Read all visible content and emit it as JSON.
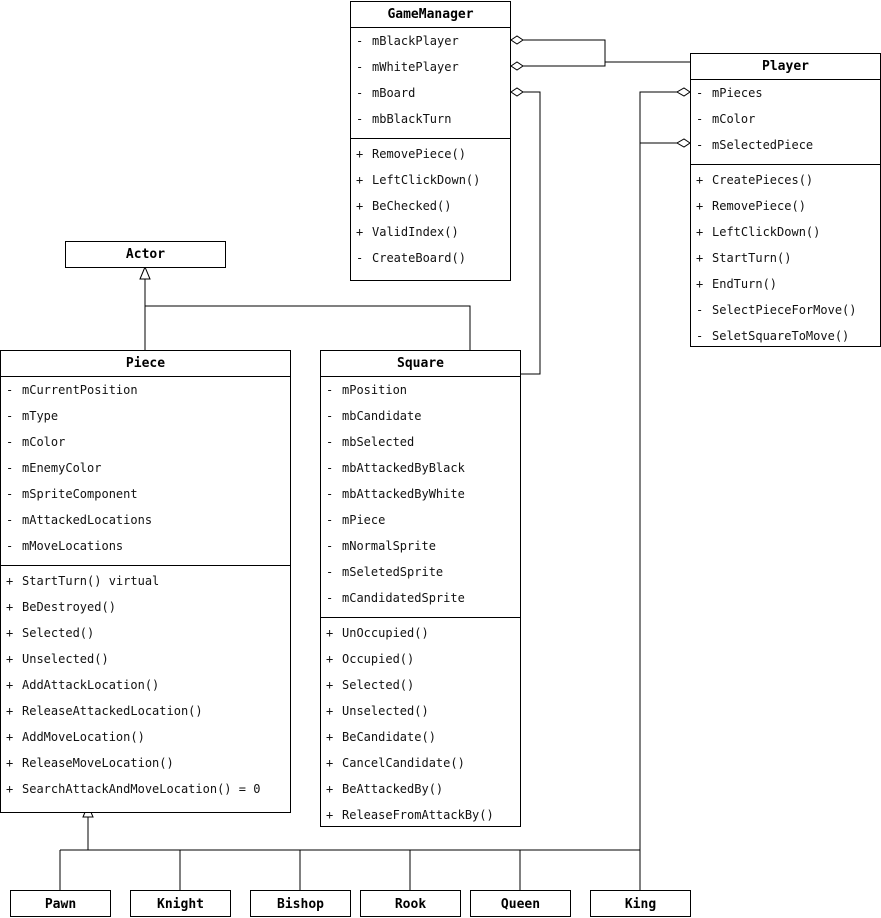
{
  "classes": {
    "game_manager": {
      "name": "GameManager",
      "attributes": [
        {
          "vis": "-",
          "text": "mBlackPlayer"
        },
        {
          "vis": "-",
          "text": "mWhitePlayer"
        },
        {
          "vis": "-",
          "text": "mBoard"
        },
        {
          "vis": "-",
          "text": "mbBlackTurn"
        }
      ],
      "methods": [
        {
          "vis": "+",
          "text": "RemovePiece()"
        },
        {
          "vis": "+",
          "text": "LeftClickDown()"
        },
        {
          "vis": "+",
          "text": "BeChecked()"
        },
        {
          "vis": "+",
          "text": "ValidIndex()"
        },
        {
          "vis": "-",
          "text": "CreateBoard()"
        }
      ]
    },
    "player": {
      "name": "Player",
      "attributes": [
        {
          "vis": "-",
          "text": "mPieces"
        },
        {
          "vis": "-",
          "text": "mColor"
        },
        {
          "vis": "-",
          "text": "mSelectedPiece"
        }
      ],
      "methods": [
        {
          "vis": "+",
          "text": "CreatePieces()"
        },
        {
          "vis": "+",
          "text": "RemovePiece()"
        },
        {
          "vis": "+",
          "text": "LeftClickDown()"
        },
        {
          "vis": "+",
          "text": "StartTurn()"
        },
        {
          "vis": "+",
          "text": "EndTurn()"
        },
        {
          "vis": "-",
          "text": "SelectPieceForMove()"
        },
        {
          "vis": "-",
          "text": "SeletSquareToMove()"
        }
      ]
    },
    "actor": {
      "name": "Actor"
    },
    "piece": {
      "name": "Piece",
      "attributes": [
        {
          "vis": "-",
          "text": "mCurrentPosition"
        },
        {
          "vis": "-",
          "text": "mType"
        },
        {
          "vis": "-",
          "text": "mColor"
        },
        {
          "vis": "-",
          "text": "mEnemyColor"
        },
        {
          "vis": "-",
          "text": "mSpriteComponent"
        },
        {
          "vis": "-",
          "text": "mAttackedLocations"
        },
        {
          "vis": "-",
          "text": "mMoveLocations"
        }
      ],
      "methods": [
        {
          "vis": "+",
          "text": "StartTurn() virtual"
        },
        {
          "vis": "+",
          "text": "BeDestroyed()"
        },
        {
          "vis": "+",
          "text": "Selected()"
        },
        {
          "vis": "+",
          "text": "Unselected()"
        },
        {
          "vis": "+",
          "text": "AddAttackLocation()"
        },
        {
          "vis": "+",
          "text": "ReleaseAttackedLocation()"
        },
        {
          "vis": "+",
          "text": "AddMoveLocation()"
        },
        {
          "vis": "+",
          "text": "ReleaseMoveLocation()"
        },
        {
          "vis": "+",
          "text": "SearchAttackAndMoveLocation() = 0"
        }
      ]
    },
    "square": {
      "name": "Square",
      "attributes": [
        {
          "vis": "-",
          "text": "mPosition"
        },
        {
          "vis": "-",
          "text": "mbCandidate"
        },
        {
          "vis": "-",
          "text": "mbSelected"
        },
        {
          "vis": "-",
          "text": "mbAttackedByBlack"
        },
        {
          "vis": "-",
          "text": "mbAttackedByWhite"
        },
        {
          "vis": "-",
          "text": "mPiece"
        },
        {
          "vis": "-",
          "text": "mNormalSprite"
        },
        {
          "vis": "-",
          "text": "mSeletedSprite"
        },
        {
          "vis": "-",
          "text": "mCandidatedSprite"
        }
      ],
      "methods": [
        {
          "vis": "+",
          "text": "UnOccupied()"
        },
        {
          "vis": "+",
          "text": "Occupied()"
        },
        {
          "vis": "+",
          "text": "Selected()"
        },
        {
          "vis": "+",
          "text": "Unselected()"
        },
        {
          "vis": "+",
          "text": "BeCandidate()"
        },
        {
          "vis": "+",
          "text": "CancelCandidate()"
        },
        {
          "vis": "+",
          "text": "BeAttackedBy()"
        },
        {
          "vis": "+",
          "text": "ReleaseFromAttackBy()"
        }
      ]
    }
  },
  "subclasses": [
    "Pawn",
    "Knight",
    "Bishop",
    "Rook",
    "Queen",
    "King"
  ],
  "colors": {
    "line": "#000000",
    "background": "#ffffff"
  }
}
